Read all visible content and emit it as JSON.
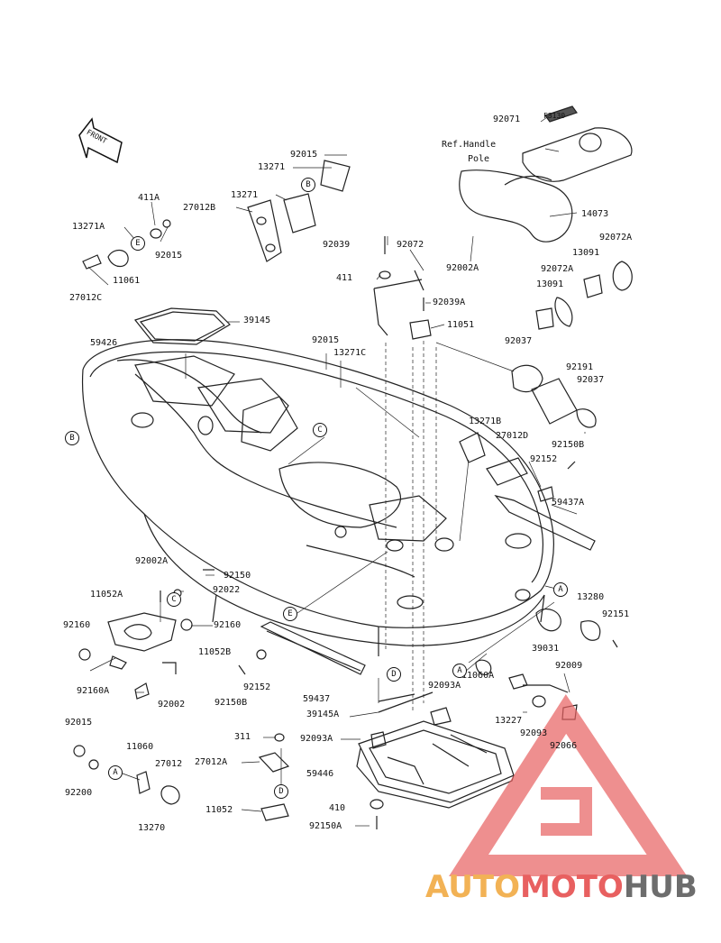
{
  "diagram": {
    "code": "F3130",
    "front_label": "FRONT",
    "labels": [
      {
        "id": "92071",
        "text": "92071"
      },
      {
        "id": "ref-handle",
        "text": "Ref.Handle"
      },
      {
        "id": "pole",
        "text": "Pole"
      },
      {
        "id": "14073",
        "text": "14073"
      },
      {
        "id": "92002A-top",
        "text": "92002A"
      },
      {
        "id": "92015-a",
        "text": "92015"
      },
      {
        "id": "13271-a",
        "text": "13271"
      },
      {
        "id": "13271-b",
        "text": "13271"
      },
      {
        "id": "27012B",
        "text": "27012B"
      },
      {
        "id": "411A",
        "text": "411A"
      },
      {
        "id": "13271A",
        "text": "13271A"
      },
      {
        "id": "11061",
        "text": "11061"
      },
      {
        "id": "92015-b",
        "text": "92015"
      },
      {
        "id": "27012C",
        "text": "27012C"
      },
      {
        "id": "92039",
        "text": "92039"
      },
      {
        "id": "92072",
        "text": "92072"
      },
      {
        "id": "411",
        "text": "411"
      },
      {
        "id": "92039A",
        "text": "92039A"
      },
      {
        "id": "11051",
        "text": "11051"
      },
      {
        "id": "92072A-a",
        "text": "92072A"
      },
      {
        "id": "13091-a",
        "text": "13091"
      },
      {
        "id": "92072A-b",
        "text": "92072A"
      },
      {
        "id": "13091-b",
        "text": "13091"
      },
      {
        "id": "39145",
        "text": "39145"
      },
      {
        "id": "59426",
        "text": "59426"
      },
      {
        "id": "92015-c",
        "text": "92015"
      },
      {
        "id": "13271C",
        "text": "13271C"
      },
      {
        "id": "92037-a",
        "text": "92037"
      },
      {
        "id": "92191",
        "text": "92191"
      },
      {
        "id": "92037-b",
        "text": "92037"
      },
      {
        "id": "13271B",
        "text": "13271B"
      },
      {
        "id": "27012D",
        "text": "27012D"
      },
      {
        "id": "92150B-a",
        "text": "92150B"
      },
      {
        "id": "92152-a",
        "text": "92152"
      },
      {
        "id": "59437A",
        "text": "59437A"
      },
      {
        "id": "92002A-b",
        "text": "92002A"
      },
      {
        "id": "92150",
        "text": "92150"
      },
      {
        "id": "92022",
        "text": "92022"
      },
      {
        "id": "11052A",
        "text": "11052A"
      },
      {
        "id": "92160-a",
        "text": "92160"
      },
      {
        "id": "92160-b",
        "text": "92160"
      },
      {
        "id": "11052B",
        "text": "11052B"
      },
      {
        "id": "92160A",
        "text": "92160A"
      },
      {
        "id": "92002",
        "text": "92002"
      },
      {
        "id": "92152-b",
        "text": "92152"
      },
      {
        "id": "92150B-b",
        "text": "92150B"
      },
      {
        "id": "13280",
        "text": "13280"
      },
      {
        "id": "92151",
        "text": "92151"
      },
      {
        "id": "39031",
        "text": "39031"
      },
      {
        "id": "92009",
        "text": "92009"
      },
      {
        "id": "59437",
        "text": "59437"
      },
      {
        "id": "39145A",
        "text": "39145A"
      },
      {
        "id": "92093A-a",
        "text": "92093A"
      },
      {
        "id": "11060A",
        "text": "11060A"
      },
      {
        "id": "13227",
        "text": "13227"
      },
      {
        "id": "92093",
        "text": "92093"
      },
      {
        "id": "92066",
        "text": "92066"
      },
      {
        "id": "92015-d",
        "text": "92015"
      },
      {
        "id": "11060",
        "text": "11060"
      },
      {
        "id": "311",
        "text": "311"
      },
      {
        "id": "27012A",
        "text": "27012A"
      },
      {
        "id": "92093A-b",
        "text": "92093A"
      },
      {
        "id": "27012",
        "text": "27012"
      },
      {
        "id": "92200",
        "text": "92200"
      },
      {
        "id": "59446",
        "text": "59446"
      },
      {
        "id": "13270",
        "text": "13270"
      },
      {
        "id": "11052",
        "text": "11052"
      },
      {
        "id": "410",
        "text": "410"
      },
      {
        "id": "92150A",
        "text": "92150A"
      }
    ],
    "callouts": [
      {
        "id": "c-B1",
        "text": "B"
      },
      {
        "id": "c-E1",
        "text": "E"
      },
      {
        "id": "c-B2",
        "text": "B"
      },
      {
        "id": "c-C1",
        "text": "C"
      },
      {
        "id": "c-C2",
        "text": "C"
      },
      {
        "id": "c-A1",
        "text": "A"
      },
      {
        "id": "c-E2",
        "text": "E"
      },
      {
        "id": "c-D1",
        "text": "D"
      },
      {
        "id": "c-A2",
        "text": "A"
      },
      {
        "id": "c-A3",
        "text": "A"
      },
      {
        "id": "c-D2",
        "text": "D"
      }
    ]
  },
  "watermark": {
    "part1": "AUTO",
    "part2": "MOTO",
    "part3": "HUB",
    "colors": {
      "orange": "#f2b255",
      "red": "#e86060",
      "gray": "#6d6d6d"
    }
  }
}
